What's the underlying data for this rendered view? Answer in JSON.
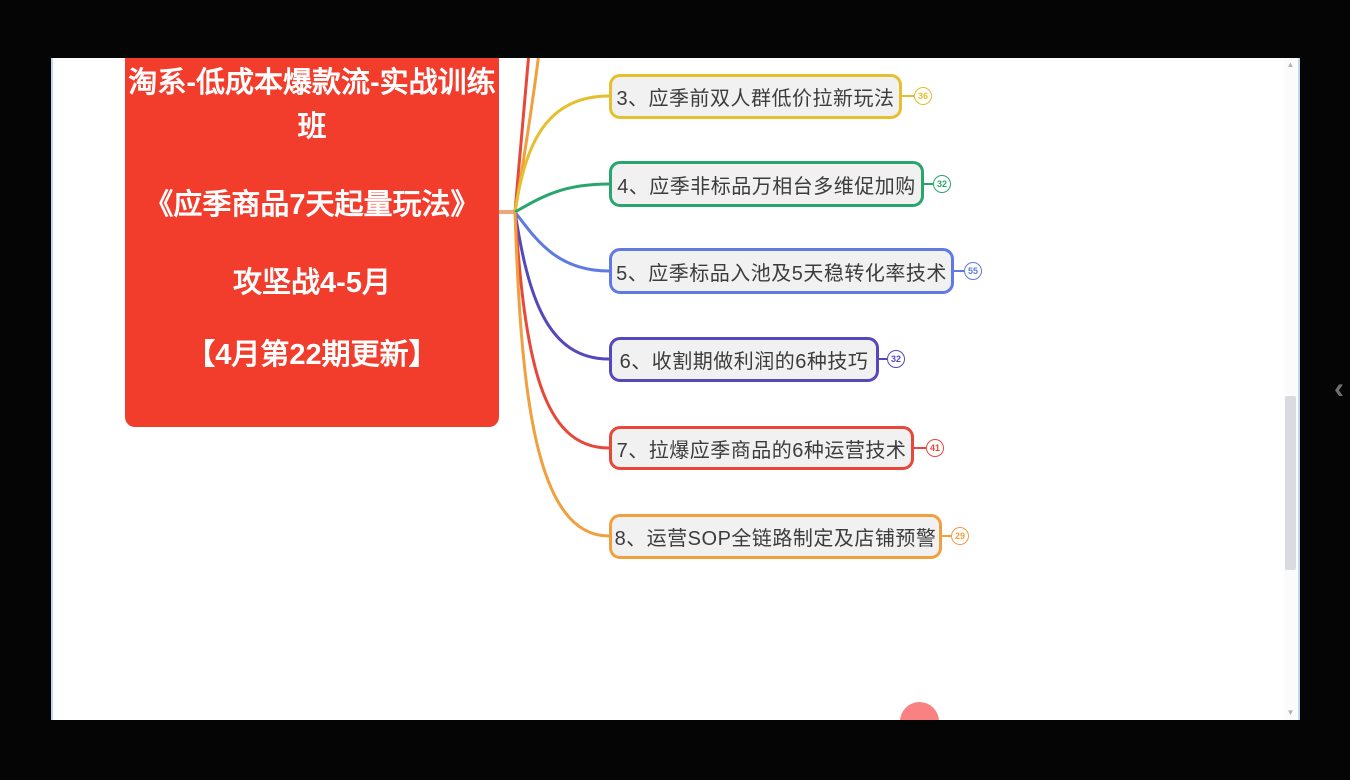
{
  "window": {
    "background_color": "#050505",
    "surface_color": "#ffffff",
    "surface_edge_color": "#bdd7ee"
  },
  "mindmap": {
    "root": {
      "paragraphs": [
        "淘系-低成本爆款流-实战训练班",
        "《应季商品7天起量玩法》",
        "攻坚战4-5月",
        "【4月第22期更新】"
      ],
      "bg_color": "#f23d2d",
      "text_color": "#ffffff"
    },
    "root_connector_color": "#e8a87c",
    "node_fill": "#f1f1f1",
    "node_text_color": "#3c3c3c",
    "offscreen_branches": [
      {
        "color": "#e8483a"
      },
      {
        "color": "#f0a03e"
      }
    ],
    "branches": [
      {
        "label": "3、应季前双人群低价拉新玩法",
        "badge": "36",
        "color": "#e5bf2d"
      },
      {
        "label": "4、应季非标品万相台多维促加购",
        "badge": "32",
        "color": "#2aa56e"
      },
      {
        "label": "5、应季标品入池及5天稳转化率技术",
        "badge": "55",
        "color": "#5f7ae2"
      },
      {
        "label": "6、收割期做利润的6种技巧",
        "badge": "32",
        "color": "#5349bb"
      },
      {
        "label": "7、拉爆应季商品的6种运营技术",
        "badge": "41",
        "color": "#e8483a"
      },
      {
        "label": "8、运营SOP全链路制定及店铺预警",
        "badge": "29",
        "color": "#f0a03e"
      }
    ]
  },
  "scrollbar": {
    "up_arrow": "▲",
    "down_arrow": "▼",
    "thumb_color": "#d9dbe0"
  },
  "side_panel": {
    "collapse_icon": "‹"
  },
  "cursor_highlight_color": "#f98181"
}
